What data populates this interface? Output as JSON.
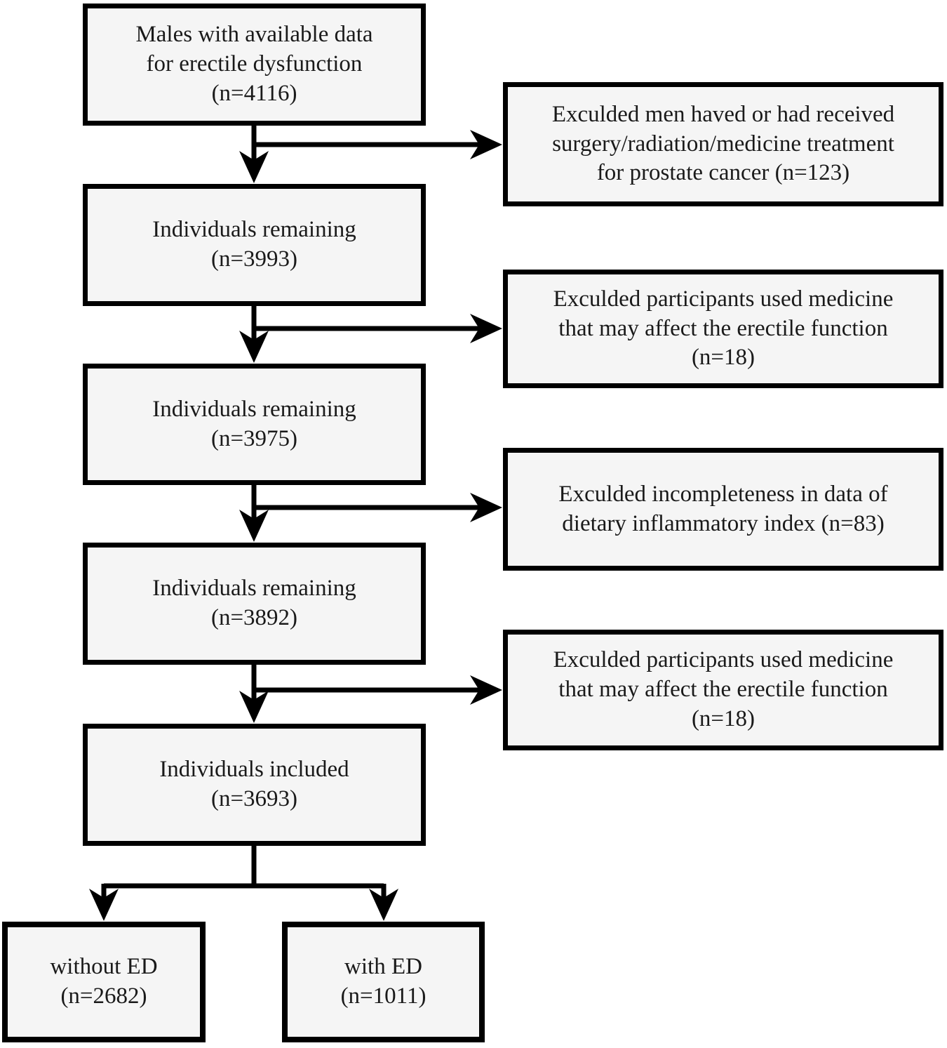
{
  "colors": {
    "background": "#ffffff",
    "box_fill": "#f5f5f5",
    "box_border": "#000000",
    "connector": "#000000",
    "text": "#1a1a1a"
  },
  "boxes": {
    "main": [
      {
        "text": "Males with available data\nfor erectile dysfunction\n(n=4116)",
        "n": 4116
      },
      {
        "text": "Individuals remaining\n(n=3993)",
        "n": 3993
      },
      {
        "text": "Individuals remaining\n(n=3975)",
        "n": 3975
      },
      {
        "text": "Individuals remaining\n(n=3892)",
        "n": 3892
      },
      {
        "text": "Individuals included\n(n=3693)",
        "n": 3693
      }
    ],
    "exclusions": [
      {
        "text": "Exculded men haved or had received\nsurgery/radiation/medicine treatment\nfor prostate cancer (n=123)",
        "n": 123
      },
      {
        "text": "Exculded participants used medicine\nthat may affect the erectile function\n(n=18)",
        "n": 18
      },
      {
        "text": "Exculded incompleteness in data of\ndietary inflammatory index (n=83)",
        "n": 83
      },
      {
        "text": "Exculded participants used medicine\nthat may affect the erectile function\n(n=18)",
        "n": 18
      }
    ],
    "outcomes": [
      {
        "text": "without ED\n(n=2682)",
        "n": 2682
      },
      {
        "text": "with ED\n(n=1011)",
        "n": 1011
      }
    ]
  }
}
